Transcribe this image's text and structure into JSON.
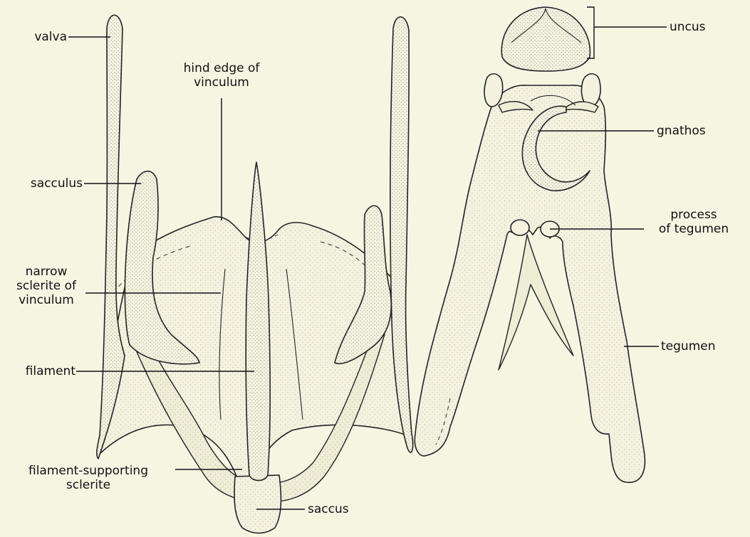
{
  "labels": {
    "valva": "valva",
    "hind_edge": "hind edge of\nvinculum",
    "sacculus": "sacculus",
    "narrow_sclerite": "narrow\nsclerite of\nvinculum",
    "filament": "filament",
    "filament_supporting": "filament-supporting\nsclerite",
    "saccus": "saccus",
    "uncus": "uncus",
    "gnathos": "gnathos",
    "process_of_tegumen": "process\nof tegumen",
    "tegumen": "tegumen"
  },
  "colors": {
    "background": "#f6f5e2",
    "ink": "#1a1a1a"
  }
}
